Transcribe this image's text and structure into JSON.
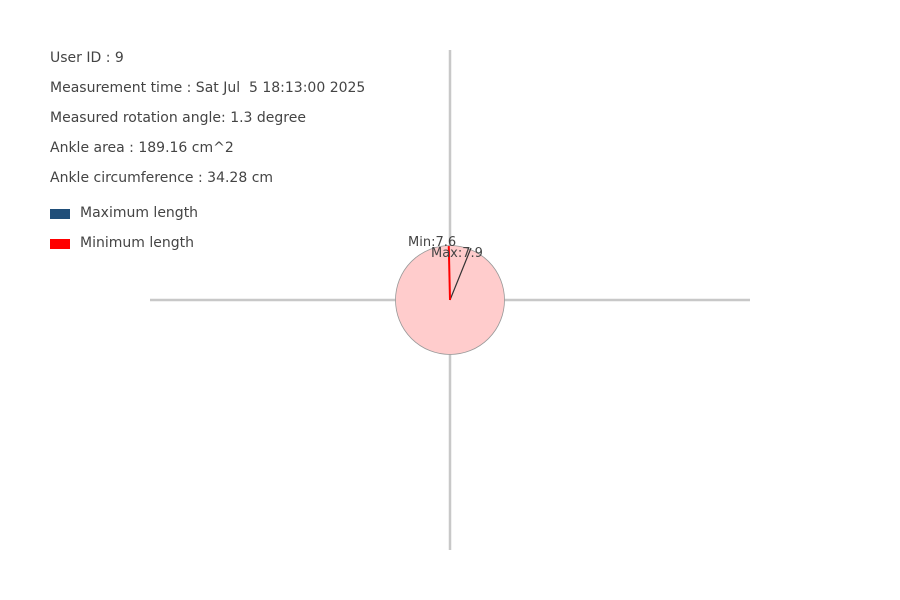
{
  "info": {
    "user_id": "User ID : 9",
    "measurement_time": "Measurement time : Sat Jul  5 18:13:00 2025",
    "rotation_angle": "Measured rotation angle: 1.3 degree",
    "ankle_area": "Ankle area : 189.16 cm^2",
    "ankle_circumference": "Ankle circumference : 34.28 cm"
  },
  "legend": [
    {
      "label": "Maximum length",
      "color": "#1f4e79"
    },
    {
      "label": "Minimum length",
      "color": "#ff0000"
    }
  ],
  "chart_data": {
    "type": "polar",
    "title": "",
    "shape": {
      "name": "ankle-cross-section",
      "radius": 5.45,
      "fill": "#ffcccc",
      "stroke": "#999999"
    },
    "axes": {
      "color": "#c8c8c8"
    },
    "max_line": {
      "label": "Max:7.9",
      "value": 7.9,
      "angle_deg_from_vertical": 22,
      "color": "#333333"
    },
    "min_line": {
      "label": "Min:7.6",
      "value": 7.6,
      "angle_deg_from_vertical": -1.3,
      "color": "#ff0000"
    }
  }
}
